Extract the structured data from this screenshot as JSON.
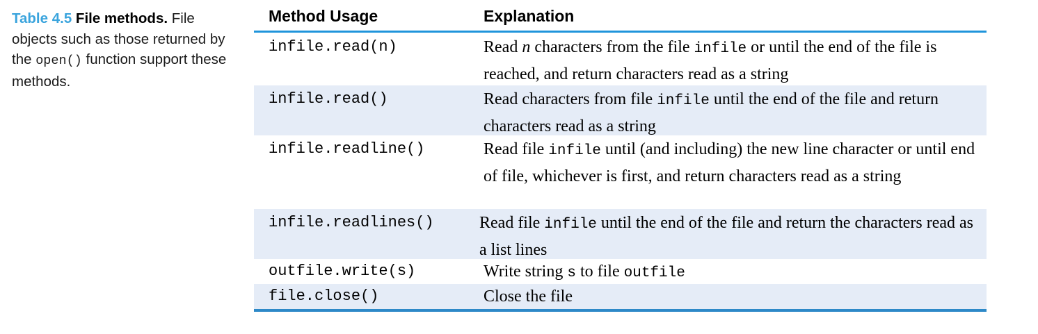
{
  "caption": {
    "number": "Table 4.5",
    "title": "File methods.",
    "body_before": "File objects such as those returned by the ",
    "body_mid": "open()",
    "body_after": " function support these methods."
  },
  "table": {
    "headers": {
      "method": "Method Usage",
      "explanation": "Explanation"
    },
    "rows": [
      {
        "method": "infile.read(n)",
        "explanation_parts": [
          {
            "text": "Read ",
            "style": "plain"
          },
          {
            "text": "n",
            "style": "italic"
          },
          {
            "text": " characters from the file ",
            "style": "plain"
          },
          {
            "text": "infile",
            "style": "mono"
          },
          {
            "text": " or until the end of the file is reached, and return characters read as a string",
            "style": "plain"
          }
        ],
        "explanation_plain": "Read n characters from the file infile or until the end of the file is reached, and return characters read as a string",
        "shaded": false
      },
      {
        "method": "infile.read()",
        "explanation_parts": [
          {
            "text": "Read characters from file ",
            "style": "plain"
          },
          {
            "text": "infile",
            "style": "mono"
          },
          {
            "text": " until the end of the file and return characters read as a string",
            "style": "plain"
          }
        ],
        "explanation_plain": "Read characters from file infile until the end of the file and return characters read as a string",
        "shaded": true
      },
      {
        "method": "infile.readline()",
        "explanation_parts": [
          {
            "text": "Read file ",
            "style": "plain"
          },
          {
            "text": "infile",
            "style": "mono"
          },
          {
            "text": " until (and including) the new line character or until end of file, whichever is first, and return characters read as a string",
            "style": "plain"
          }
        ],
        "explanation_plain": "Read file infile until (and including) the new line character or until end of file, whichever is first, and return characters read as a string",
        "shaded": false
      },
      {
        "method": "infile.readlines()",
        "explanation_parts": [
          {
            "text": "Read file ",
            "style": "plain"
          },
          {
            "text": "infile",
            "style": "mono"
          },
          {
            "text": " until the end of the file and return the characters read as a list lines",
            "style": "plain"
          }
        ],
        "explanation_plain": "Read file infile until the end of the file and return the characters read as a list lines",
        "shaded": true
      },
      {
        "method": "outfile.write(s)",
        "explanation_parts": [
          {
            "text": "Write string ",
            "style": "plain"
          },
          {
            "text": "s",
            "style": "mono"
          },
          {
            "text": " to file ",
            "style": "plain"
          },
          {
            "text": "outfile",
            "style": "mono"
          }
        ],
        "explanation_plain": "Write string s to file outfile",
        "shaded": false
      },
      {
        "method": "file.close()",
        "explanation_parts": [
          {
            "text": "Close the file",
            "style": "plain"
          }
        ],
        "explanation_plain": "Close the file",
        "shaded": true
      }
    ]
  },
  "colors": {
    "caption_number": "#3aa4dd",
    "header_rule": "#1f94db",
    "footer_rule": "#2d89c8",
    "row_shade": "#e5ecf7",
    "text": "#000000"
  }
}
